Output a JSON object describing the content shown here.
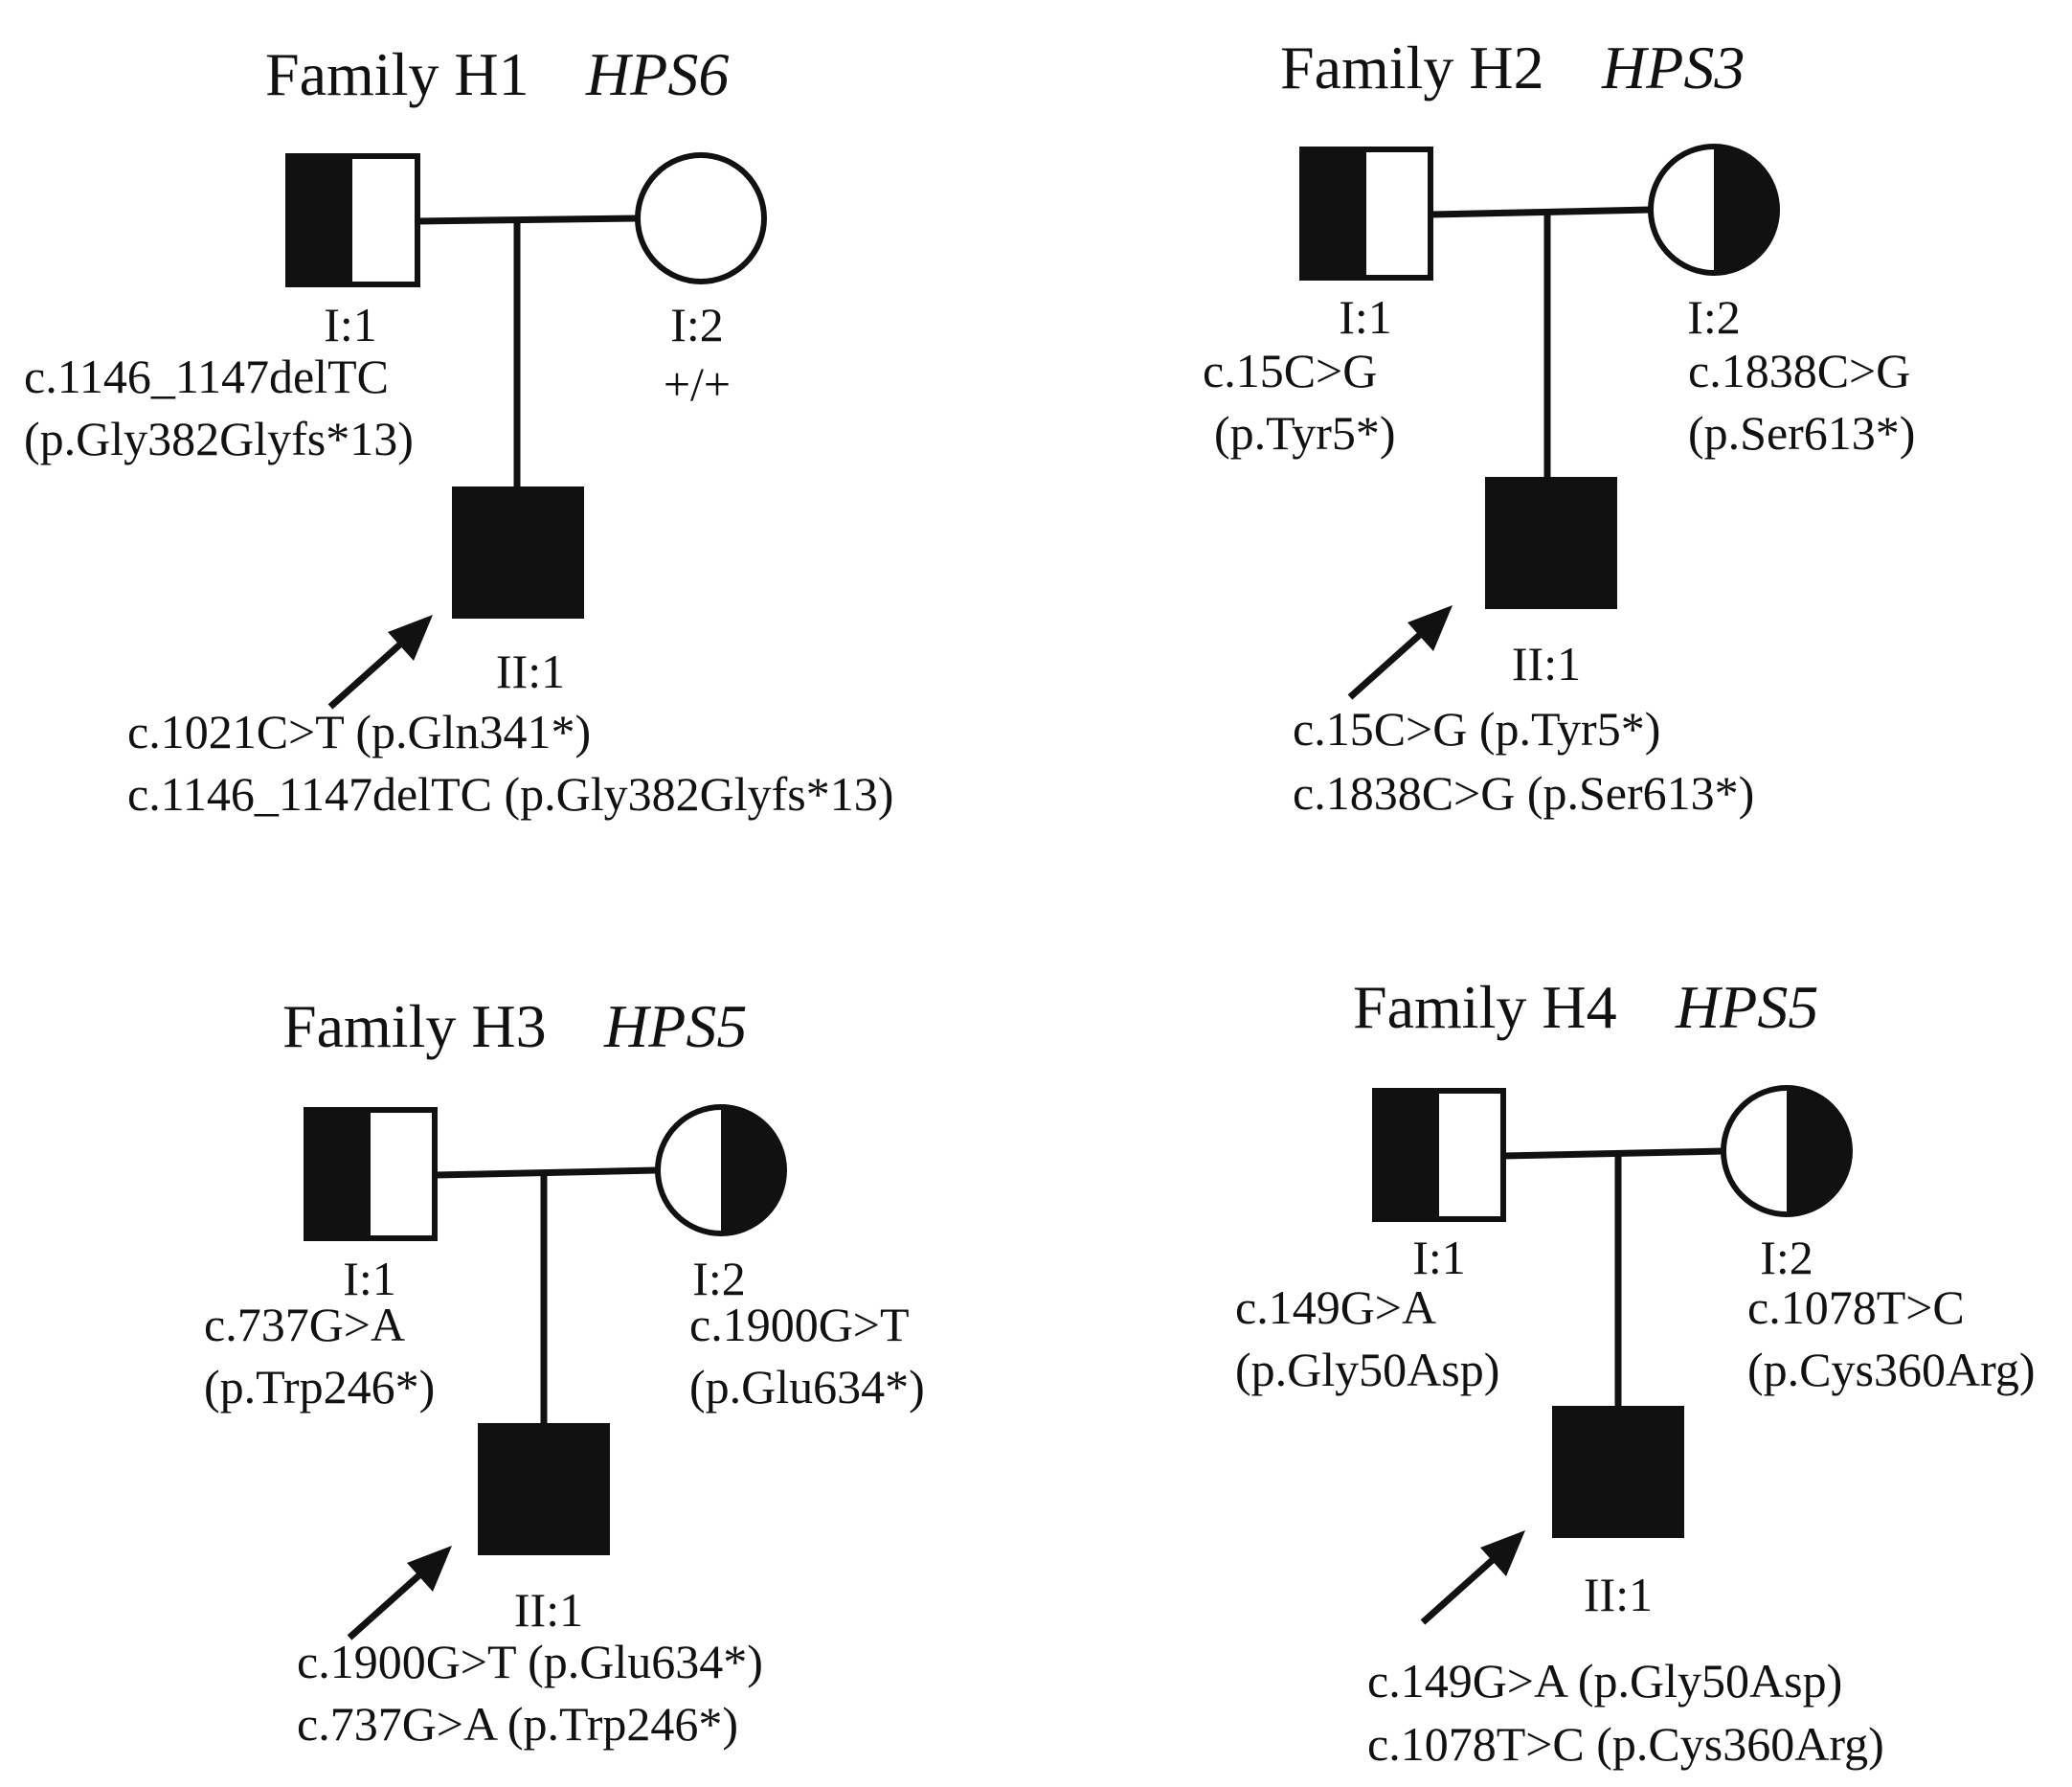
{
  "families": [
    {
      "title": "Family H1",
      "gene": "HPS6",
      "father": {
        "id": "I:1",
        "lines": [
          "c.1146_1147delTC",
          "(p.Gly382Glyfs*13)"
        ]
      },
      "mother": {
        "id": "I:2",
        "lines": [
          "+/+"
        ]
      },
      "child": {
        "id": "II:1",
        "lines": [
          "c.1021C>T (p.Gln341*)",
          "c.1146_1147delTC (p.Gly382Glyfs*13)"
        ]
      }
    },
    {
      "title": "Family H2",
      "gene": "HPS3",
      "father": {
        "id": "I:1",
        "lines": [
          "c.15C>G",
          "(p.Tyr5*)"
        ]
      },
      "mother": {
        "id": "I:2",
        "lines": [
          "c.1838C>G",
          "(p.Ser613*)"
        ]
      },
      "child": {
        "id": "II:1",
        "lines": [
          "c.15C>G (p.Tyr5*)",
          "c.1838C>G (p.Ser613*)"
        ]
      }
    },
    {
      "title": "Family H3",
      "gene": "HPS5",
      "father": {
        "id": "I:1",
        "lines": [
          "c.737G>A",
          "(p.Trp246*)"
        ]
      },
      "mother": {
        "id": "I:2",
        "lines": [
          "c.1900G>T",
          "(p.Glu634*)"
        ]
      },
      "child": {
        "id": "II:1",
        "lines": [
          "c.1900G>T (p.Glu634*)",
          "c.737G>A (p.Trp246*)"
        ]
      }
    },
    {
      "title": "Family H4",
      "gene": "HPS5",
      "father": {
        "id": "I:1",
        "lines": [
          "c.149G>A",
          "(p.Gly50Asp)"
        ]
      },
      "mother": {
        "id": "I:2",
        "lines": [
          "c.1078T>C",
          "(p.Cys360Arg)"
        ]
      },
      "child": {
        "id": "II:1",
        "lines": [
          "c.149G>A (p.Gly50Asp)",
          "c.1078T>C (p.Cys360Arg)"
        ]
      }
    }
  ]
}
